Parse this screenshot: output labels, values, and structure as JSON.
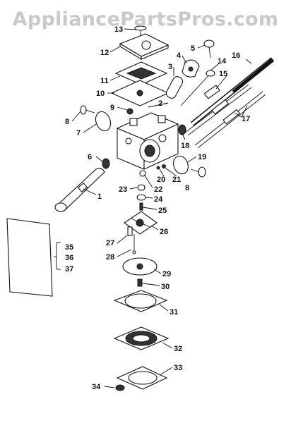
{
  "watermark": "AppliancePartsPros.com",
  "labels": {
    "l1": "1",
    "l2": "2",
    "l3": "3",
    "l4": "4",
    "l5": "5",
    "l6": "6",
    "l7": "7",
    "l8": "8",
    "l8b": "8",
    "l9": "9",
    "l10": "10",
    "l11": "11",
    "l12": "12",
    "l13": "13",
    "l14": "14",
    "l15": "15",
    "l16": "16",
    "l17": "17",
    "l18": "18",
    "l19": "19",
    "l20": "20",
    "l21": "21",
    "l22": "22",
    "l23": "23",
    "l24": "24",
    "l25": "25",
    "l26": "26",
    "l27": "27",
    "l28": "28",
    "l29": "29",
    "l30": "30",
    "l31": "31",
    "l32": "32",
    "l33": "33",
    "l34": "34",
    "l35": "35",
    "l36": "36",
    "l37": "37"
  }
}
